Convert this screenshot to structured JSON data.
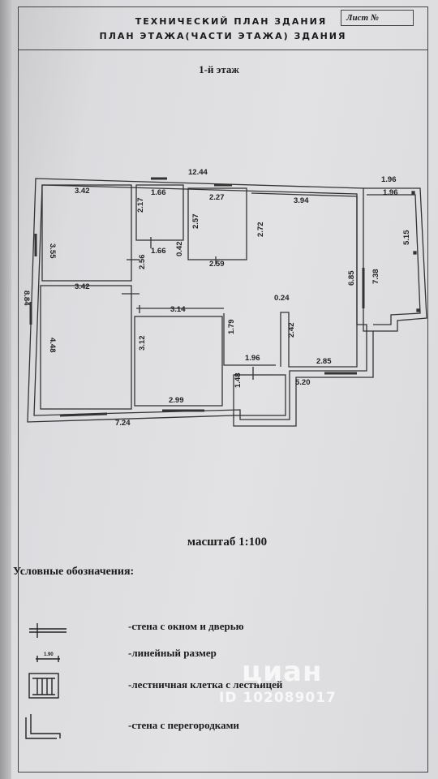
{
  "header": {
    "title_line1": "ТЕХНИЧЕСКИЙ ПЛАН ЗДАНИЯ",
    "title_line2": "ПЛАН ЭТАЖА(ЧАСТИ ЭТАЖА) ЗДАНИЯ",
    "sheet_label": "Лист №"
  },
  "floor_label": "1-й этаж",
  "dimensions": {
    "top_total": "12.44",
    "room1_top": "3.42",
    "room1_side": "3.55",
    "room2_top": "1.66",
    "room2_side": "2.17",
    "room2_bottom": "1.66",
    "room3_top": "2.27",
    "room3_side": "2.57",
    "room3_bottom": "2.59",
    "room3_gap": "0.42",
    "room4_top": "3.94",
    "room4_side": "2.72",
    "room4_right": "6.85",
    "room4_right_outer": "7.38",
    "room4_bottom": "2.85",
    "room4_inner_side": "2.42",
    "room4_inner_top": "0.24",
    "annex_top_outer": "1.96",
    "annex_top_inner": "1.96",
    "annex_side": "5.15",
    "room5_top": "3.42",
    "room5_side": "4.48",
    "left_total": "8.84",
    "corridor_side": "2.56",
    "room6_top": "3.14",
    "room6_side": "3.12",
    "room6_bottom": "2.99",
    "corridor2_side": "1.79",
    "room7_top": "1.96",
    "room7_side": "1.48",
    "room7_right": "5.20",
    "bottom_total": "7.24"
  },
  "scale_label": "масштаб 1:100",
  "legend": {
    "title": "Условные обозначения:",
    "items": [
      "-стена с окном и дверью",
      "-линейный размер",
      "-лестничная клетка с лестницей",
      "-стена с перегородками"
    ],
    "sample_dim": "1.90"
  },
  "watermark": {
    "brand": "циан",
    "id": "ID 102089017"
  }
}
